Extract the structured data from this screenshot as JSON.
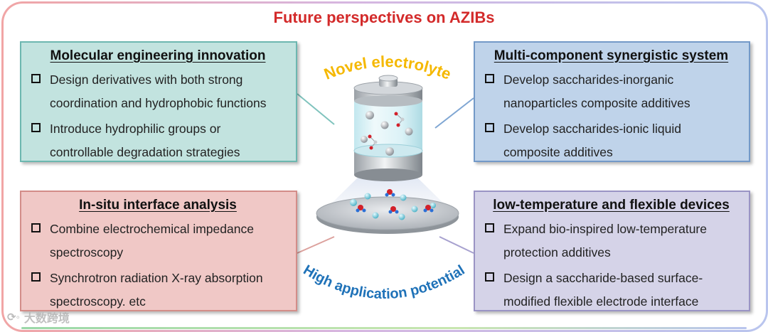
{
  "title": "Future perspectives on AZIBs",
  "center": {
    "top_label": "Novel electrolyte",
    "bottom_label": "High application potential"
  },
  "boxes": {
    "molecular": {
      "title": "Molecular engineering innovation",
      "items": [
        "Design derivatives with both strong coordination and hydrophobic functions",
        "Introduce hydrophilic groups or controllable degradation strategies"
      ]
    },
    "multi": {
      "title": "Multi-component synergistic system",
      "items": [
        "Develop saccharides-inorganic nanoparticles composite additives",
        "Develop saccharides-ionic liquid composite additives"
      ]
    },
    "insitu": {
      "title": "In-situ interface analysis",
      "items": [
        "Combine electrochemical impedance spectroscopy",
        "Synchrotron radiation X-ray absorption spectroscopy. etc"
      ]
    },
    "lowtemp": {
      "title": "low-temperature and flexible devices",
      "items": [
        "Expand bio-inspired low-temperature protection additives",
        "Design a saccharide-based surface-modified flexible electrode interface"
      ]
    }
  },
  "watermark": {
    "text": "大数跨境",
    "icon": "watermark-logo-icon"
  },
  "colors": {
    "title_red": "#d32a2a",
    "top_arc": "#f5b800",
    "bottom_arc": "#1f72b8"
  }
}
